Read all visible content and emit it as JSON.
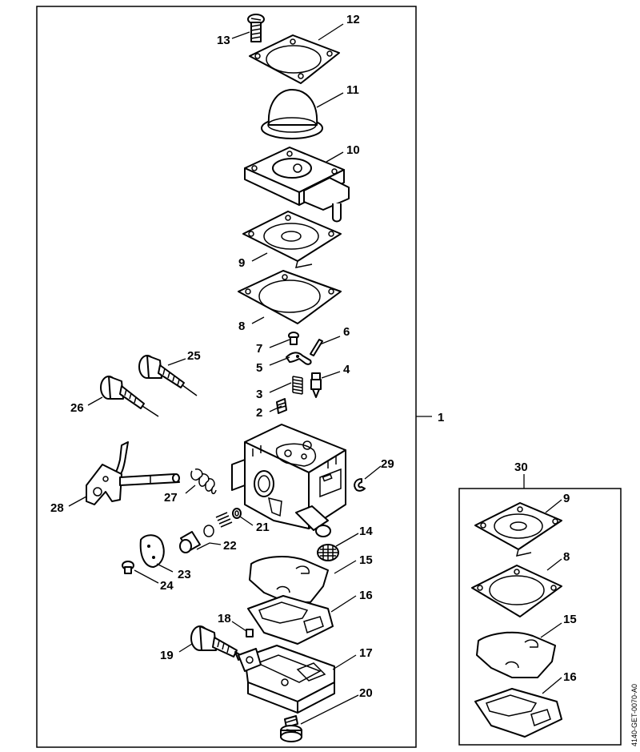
{
  "drawing_code": "4140-GET-0070-A0",
  "callouts": {
    "c1": "1",
    "c2": "2",
    "c3": "3",
    "c4": "4",
    "c5": "5",
    "c6": "6",
    "c7": "7",
    "c8": "8",
    "c9": "9",
    "c10": "10",
    "c11": "11",
    "c12": "12",
    "c13": "13",
    "c14": "14",
    "c15": "15",
    "c16": "16",
    "c17": "17",
    "c18": "18",
    "c19": "19",
    "c20": "20",
    "c21": "21",
    "c22": "22",
    "c23": "23",
    "c24": "24",
    "c25": "25",
    "c26": "26",
    "c27": "27",
    "c28": "28",
    "c29": "29",
    "c30": "30",
    "kit9": "9",
    "kit8": "8",
    "kit15": "15",
    "kit16": "16"
  }
}
